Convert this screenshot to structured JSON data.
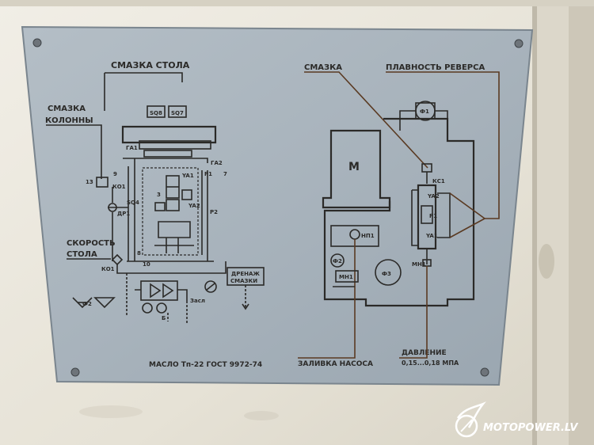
{
  "plate": {
    "labels": {
      "table_lubrication": "СМАЗКА СТОЛА",
      "column_lubrication_1": "СМАЗКА",
      "column_lubrication_2": "КОЛОННЫ",
      "table_speed_1": "СКОРОСТЬ",
      "table_speed_2": "СТОЛА",
      "drain_1": "ДРЕНАЖ",
      "drain_2": "СМАЗКИ",
      "oil_spec": "МАСЛО  Тп-22  ГОСТ 9972-74",
      "lubrication": "СМАЗКА",
      "reverse_smoothness": "ПЛАВНОСТЬ РЕВЕРСА",
      "pump_filling": "ЗАЛИВКА НАСОСА",
      "pressure_1": "ДАВЛЕНИЕ",
      "pressure_2": "0,15...0,18 МПА"
    },
    "left_codes": {
      "sq8": "SQ8",
      "sq7": "SQ7",
      "ga1": "ГА1",
      "ga2": "ГА2",
      "ya1": "YA1",
      "ya2": "YA2",
      "p1": "P1",
      "p2": "P2",
      "ko1": "КО1",
      "ko2": "КО1",
      "dr1": "ДР1",
      "sq4": "SQ4",
      "n3": "3",
      "n7": "7",
      "n8": "8",
      "n9": "9",
      "n10": "10",
      "n13": "13",
      "f2": "Ф2",
      "zasl": "Засл",
      "b": "Б"
    },
    "right_codes": {
      "m": "М",
      "np1": "НП1",
      "f2": "Ф2",
      "mn1": "МН1",
      "f3": "Ф3",
      "f1": "Ф1",
      "ks1": "КС1",
      "ya2": "YA2",
      "p1": "P1",
      "ya1": "YA1",
      "mn2": "МН1"
    }
  },
  "watermark": {
    "text": "MOTOPOWER.LV"
  },
  "colors": {
    "wall": "#e9e6dc",
    "plate": "#a9b4bd",
    "ink": "#2b2a28",
    "brown_line": "#5a3a22"
  }
}
